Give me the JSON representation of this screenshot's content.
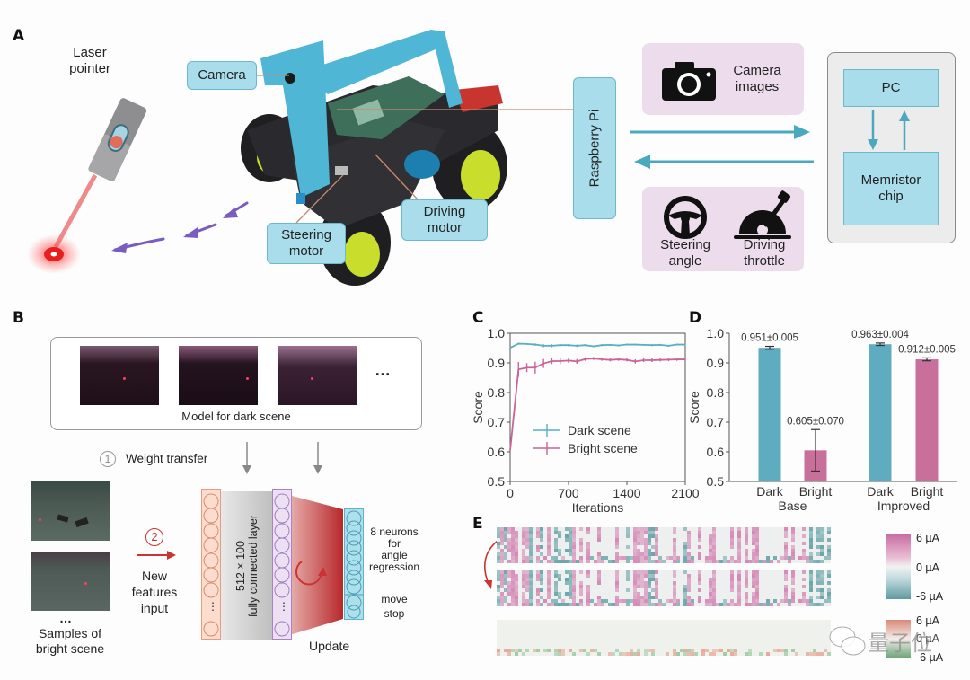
{
  "panels": {
    "A": {
      "letter": "A",
      "laser_label": "Laser pointer",
      "laser_line1": "Laser",
      "laser_line2": "pointer",
      "callouts": {
        "camera": "Camera",
        "steering_line1": "Steering",
        "steering_line2": "motor",
        "driving_line1": "Driving",
        "driving_line2": "motor",
        "raspberry": "Raspberry Pi"
      },
      "camera_images_line1": "Camera",
      "camera_images_line2": "images",
      "steering_angle_line1": "Steering",
      "steering_angle_line2": "angle",
      "throttle_line1": "Driving",
      "throttle_line2": "throttle",
      "pc": "PC",
      "memristor_line1": "Memristor",
      "memristor_line2": "chip",
      "icons": [
        "laser-pointer-icon",
        "camera-icon",
        "steering-wheel-icon",
        "throttle-lever-icon"
      ]
    },
    "B": {
      "letter": "B",
      "dark_model_caption": "Model for dark scene",
      "ellipsis": "…",
      "step1_num": "1",
      "step1_label": "Weight transfer",
      "step2_num": "2",
      "new_features_line1": "New",
      "new_features_line2": "features",
      "new_features_line3": "input",
      "samples_line1": "Samples of",
      "samples_line2": "bright scene",
      "fc_line1": "512 × 100",
      "fc_line2": "fully connected layer",
      "update": "Update",
      "out_line1": "8 neurons",
      "out_line2": "for",
      "out_line3": "angle",
      "out_line4": "regression",
      "move": "move",
      "stop": "stop",
      "vdots": "⋮"
    },
    "E": {
      "letter": "E",
      "colorbar1": [
        "6 µA",
        "0 µA",
        "-6 µA"
      ],
      "colorbar2": [
        "6 µA",
        "0 µA",
        "-6 µA"
      ],
      "watermark": "量子位"
    }
  },
  "chart_data": [
    {
      "panel": "C",
      "type": "line",
      "title": "",
      "xlabel": "Iterations",
      "ylabel": "Score",
      "xlim": [
        0,
        2100
      ],
      "ylim": [
        0.5,
        1.0
      ],
      "xticks": [
        0,
        700,
        1400,
        2100
      ],
      "yticks": [
        0.5,
        0.6,
        0.7,
        0.8,
        0.9,
        1.0
      ],
      "ytick_labels": [
        "0.5",
        "0.6",
        "0.7",
        "0.8",
        "0.9",
        "1.0"
      ],
      "legend": "bottom-center",
      "x": [
        0,
        100,
        200,
        300,
        400,
        500,
        600,
        700,
        800,
        900,
        1000,
        1100,
        1200,
        1300,
        1400,
        1500,
        1600,
        1700,
        1800,
        1900,
        2000,
        2100
      ],
      "series": [
        {
          "name": "Dark scene",
          "color": "#5aaec4",
          "values": [
            0.951,
            0.965,
            0.964,
            0.962,
            0.958,
            0.958,
            0.96,
            0.96,
            0.958,
            0.96,
            0.956,
            0.96,
            0.961,
            0.959,
            0.962,
            0.962,
            0.961,
            0.96,
            0.961,
            0.958,
            0.962,
            0.962
          ],
          "errors": [
            0.003,
            0.003,
            0.003,
            0.004,
            0.005,
            0.005,
            0.004,
            0.004,
            0.004,
            0.003,
            0.003,
            0.003,
            0.003,
            0.003,
            0.003,
            0.003,
            0.003,
            0.003,
            0.003,
            0.003,
            0.003,
            0.003
          ]
        },
        {
          "name": "Bright scene",
          "color": "#c9649a",
          "values": [
            0.605,
            0.878,
            0.884,
            0.884,
            0.898,
            0.906,
            0.906,
            0.908,
            0.905,
            0.913,
            0.915,
            0.912,
            0.91,
            0.912,
            0.91,
            0.905,
            0.909,
            0.909,
            0.91,
            0.911,
            0.912,
            0.912
          ],
          "errors": [
            0.07,
            0.025,
            0.015,
            0.02,
            0.015,
            0.01,
            0.01,
            0.008,
            0.008,
            0.006,
            0.005,
            0.005,
            0.005,
            0.005,
            0.005,
            0.007,
            0.006,
            0.006,
            0.005,
            0.005,
            0.005,
            0.005
          ]
        }
      ]
    },
    {
      "panel": "D",
      "type": "bar",
      "title": "",
      "xlabel": "",
      "ylabel": "Score",
      "ylim": [
        0.5,
        1.0
      ],
      "yticks": [
        0.5,
        0.6,
        0.7,
        0.8,
        0.9,
        1.0
      ],
      "ytick_labels": [
        "0.5",
        "0.6",
        "0.7",
        "0.8",
        "0.9",
        "1.0"
      ],
      "groups": [
        "Base",
        "Improved"
      ],
      "categories": [
        "Dark",
        "Bright",
        "Dark",
        "Bright"
      ],
      "values": [
        0.951,
        0.605,
        0.963,
        0.912
      ],
      "errors": [
        0.005,
        0.07,
        0.004,
        0.005
      ],
      "data_labels": [
        "0.951±0.005",
        "0.605±0.070",
        "0.963±0.004",
        "0.912±0.005"
      ],
      "colors": [
        "#5fabc0",
        "#c96f9c",
        "#5fabc0",
        "#c96f9c"
      ]
    }
  ]
}
